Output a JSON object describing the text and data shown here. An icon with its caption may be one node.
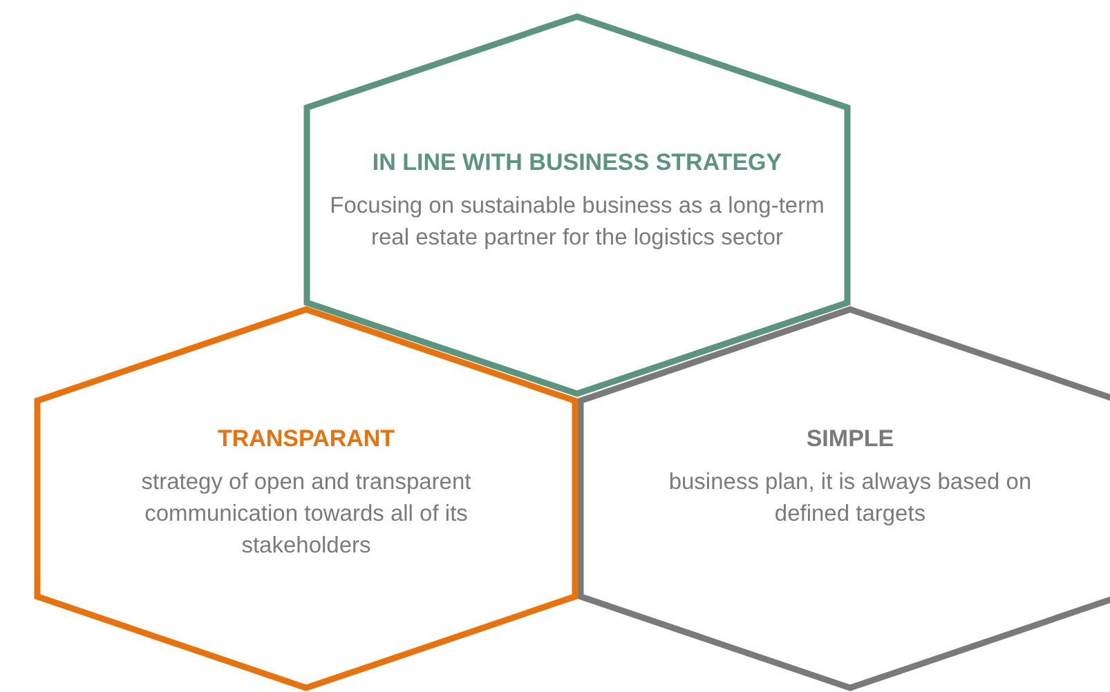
{
  "diagram": {
    "nodes": [
      {
        "text": [
          "IN LINE WITH BUSINESS STRATEGY",
          "Focusing on sustainable business as a long-term real estate partner for the logistics sector"
        ]
      },
      {
        "text": [
          "TRANSPARANT",
          "strategy of open and transparent communication towards all of its stakeholders"
        ]
      },
      {
        "text": [
          "SIMPLE",
          "business plan, it is always based on defined targets"
        ]
      }
    ]
  }
}
